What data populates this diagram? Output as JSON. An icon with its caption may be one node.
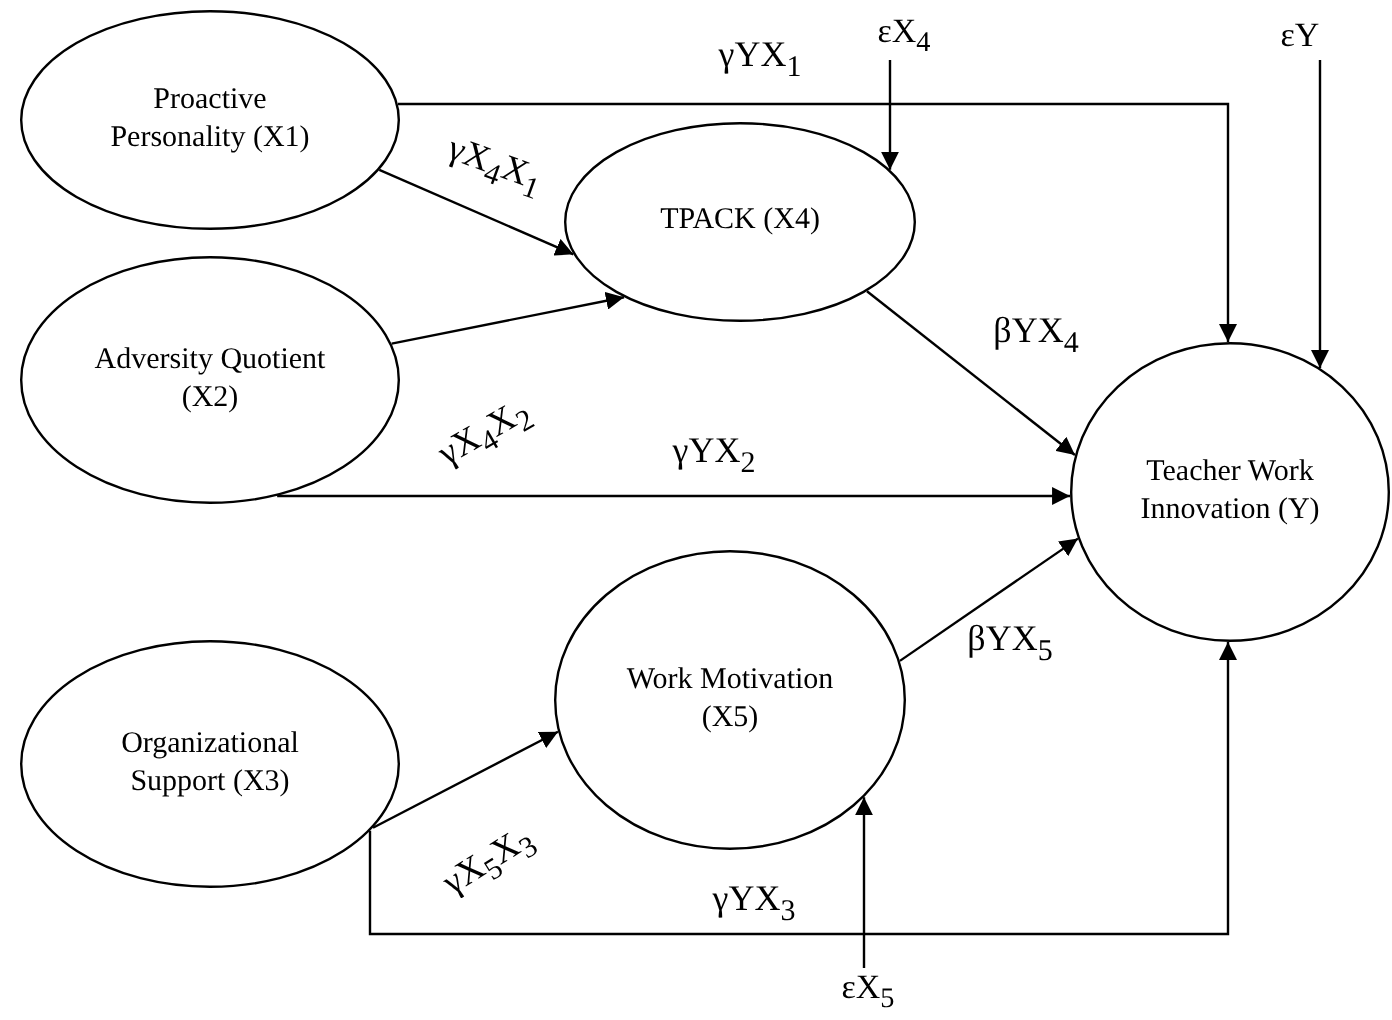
{
  "diagram": {
    "nodes": [
      {
        "text": [
          "Proactive Personality (X1)"
        ]
      },
      {
        "text": [
          "Adversity Quotient (X2)"
        ]
      },
      {
        "text": [
          "Organizational Support (X3)"
        ]
      },
      {
        "text": [
          "TPACK (X4)"
        ]
      },
      {
        "text": [
          "Work Motivation (X5)"
        ]
      },
      {
        "text": [
          "Teacher Work Innovation (Y)"
        ]
      },
      {
        "text": [
          "εX$_{4}$"
        ]
      },
      {
        "text": [
          "εY"
        ]
      },
      {
        "text": [
          "εX$_{5}$"
        ]
      }
    ],
    "edges": [
      {
        "from": 0,
        "to": 5,
        "arrow": "to",
        "label": "γYX$_{1}$"
      },
      {
        "from": 0,
        "to": 3,
        "arrow": "to",
        "label": "γX$_{4}$X$_{1}$"
      },
      {
        "from": 1,
        "to": 3,
        "arrow": "to",
        "label": "γX$_{4}$X$_{2}$"
      },
      {
        "from": 1,
        "to": 5,
        "arrow": "to",
        "label": "γYX$_{2}$"
      },
      {
        "from": 3,
        "to": 5,
        "arrow": "to",
        "label": "βYX$_{4}$"
      },
      {
        "from": 4,
        "to": 5,
        "arrow": "to",
        "label": "βYX$_{5}$"
      },
      {
        "from": 2,
        "to": 4,
        "arrow": "to",
        "label": "γX$_{5}$X$_{3}$"
      },
      {
        "from": 2,
        "to": 5,
        "arrow": "to",
        "label": "γYX$_{3}$"
      },
      {
        "from": 6,
        "to": 3,
        "arrow": "to"
      },
      {
        "from": 7,
        "to": 5,
        "arrow": "to"
      },
      {
        "from": 8,
        "to": 4,
        "arrow": "to"
      }
    ]
  }
}
